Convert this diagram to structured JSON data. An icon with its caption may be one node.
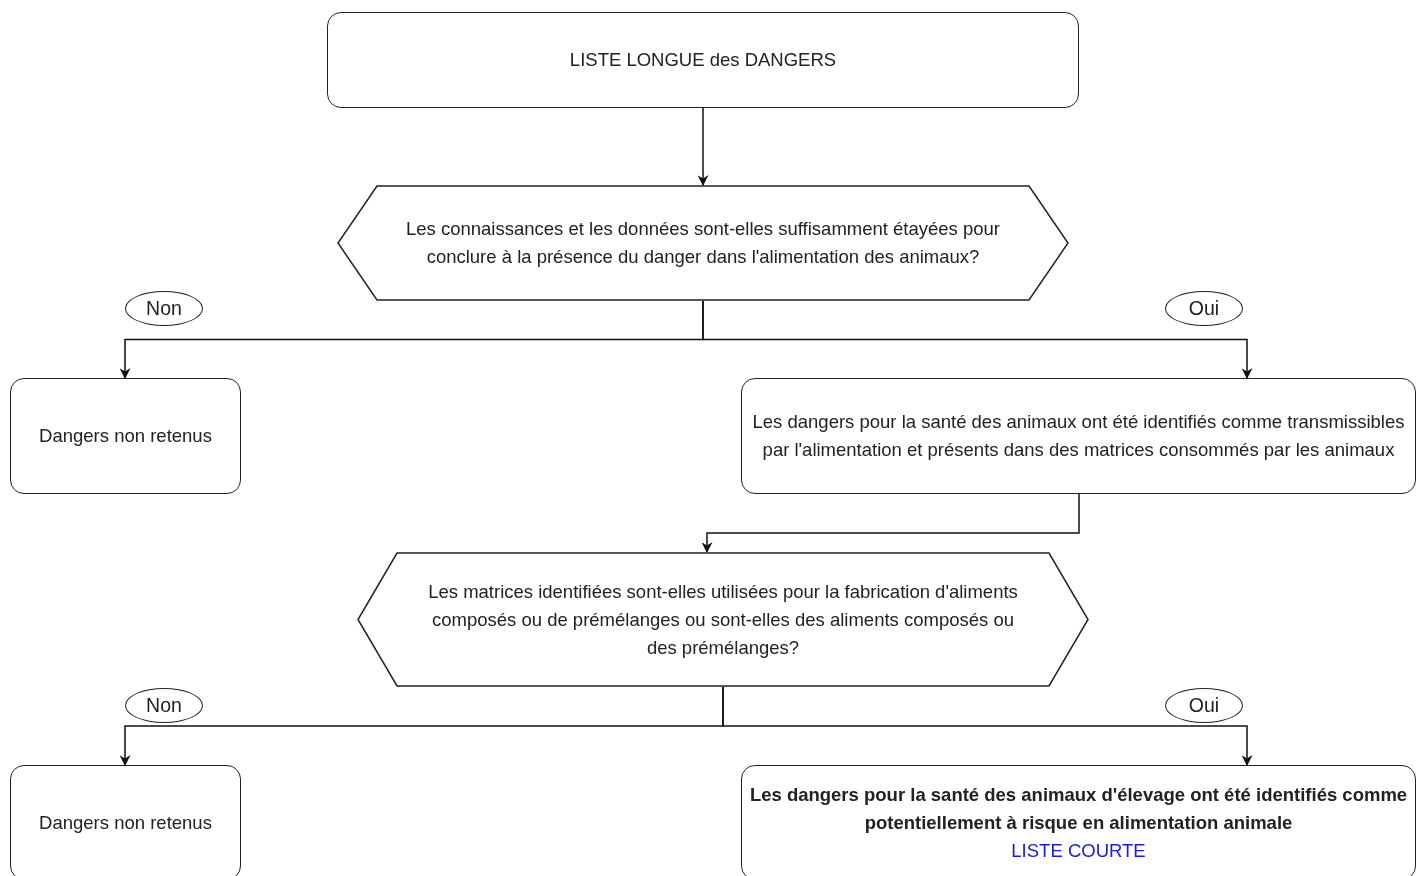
{
  "diagram": {
    "nodes": [
      {
        "text": [
          "LISTE LONGUE des DANGERS"
        ]
      },
      {
        "text": [
          "Les connaissances et les données sont-elles suffisamment étayées pour conclure à la présence du danger dans l'alimentation des animaux?"
        ]
      },
      {
        "text": [
          "Dangers non retenus"
        ]
      },
      {
        "text": [
          "Les dangers pour la santé des animaux ont été identifiés comme transmissibles par l'alimentation et présents dans des matrices consommés par les animaux"
        ]
      },
      {
        "text": [
          "Les matrices identifiées sont-elles utilisées pour la fabrication d'aliments composés ou de prémélanges ou sont-elles des aliments composés ou des prémélanges?"
        ]
      },
      {
        "text": [
          "Dangers non retenus"
        ]
      },
      {
        "text": [
          "Les dangers pour la santé des animaux d'élevage ont été identifiés comme potentiellement à risque en alimentation animale",
          "LISTE COURTE"
        ]
      }
    ],
    "edges": [
      {
        "from": 0,
        "to": 1,
        "arrow": "to"
      },
      {
        "from": 1,
        "to": 2,
        "arrow": "to",
        "label": "Non"
      },
      {
        "from": 1,
        "to": 3,
        "arrow": "to",
        "label": "Oui"
      },
      {
        "from": 3,
        "to": 4,
        "arrow": "to"
      },
      {
        "from": 4,
        "to": 5,
        "arrow": "to",
        "label": "Non"
      },
      {
        "from": 4,
        "to": 6,
        "arrow": "to",
        "label": "Oui"
      }
    ]
  }
}
